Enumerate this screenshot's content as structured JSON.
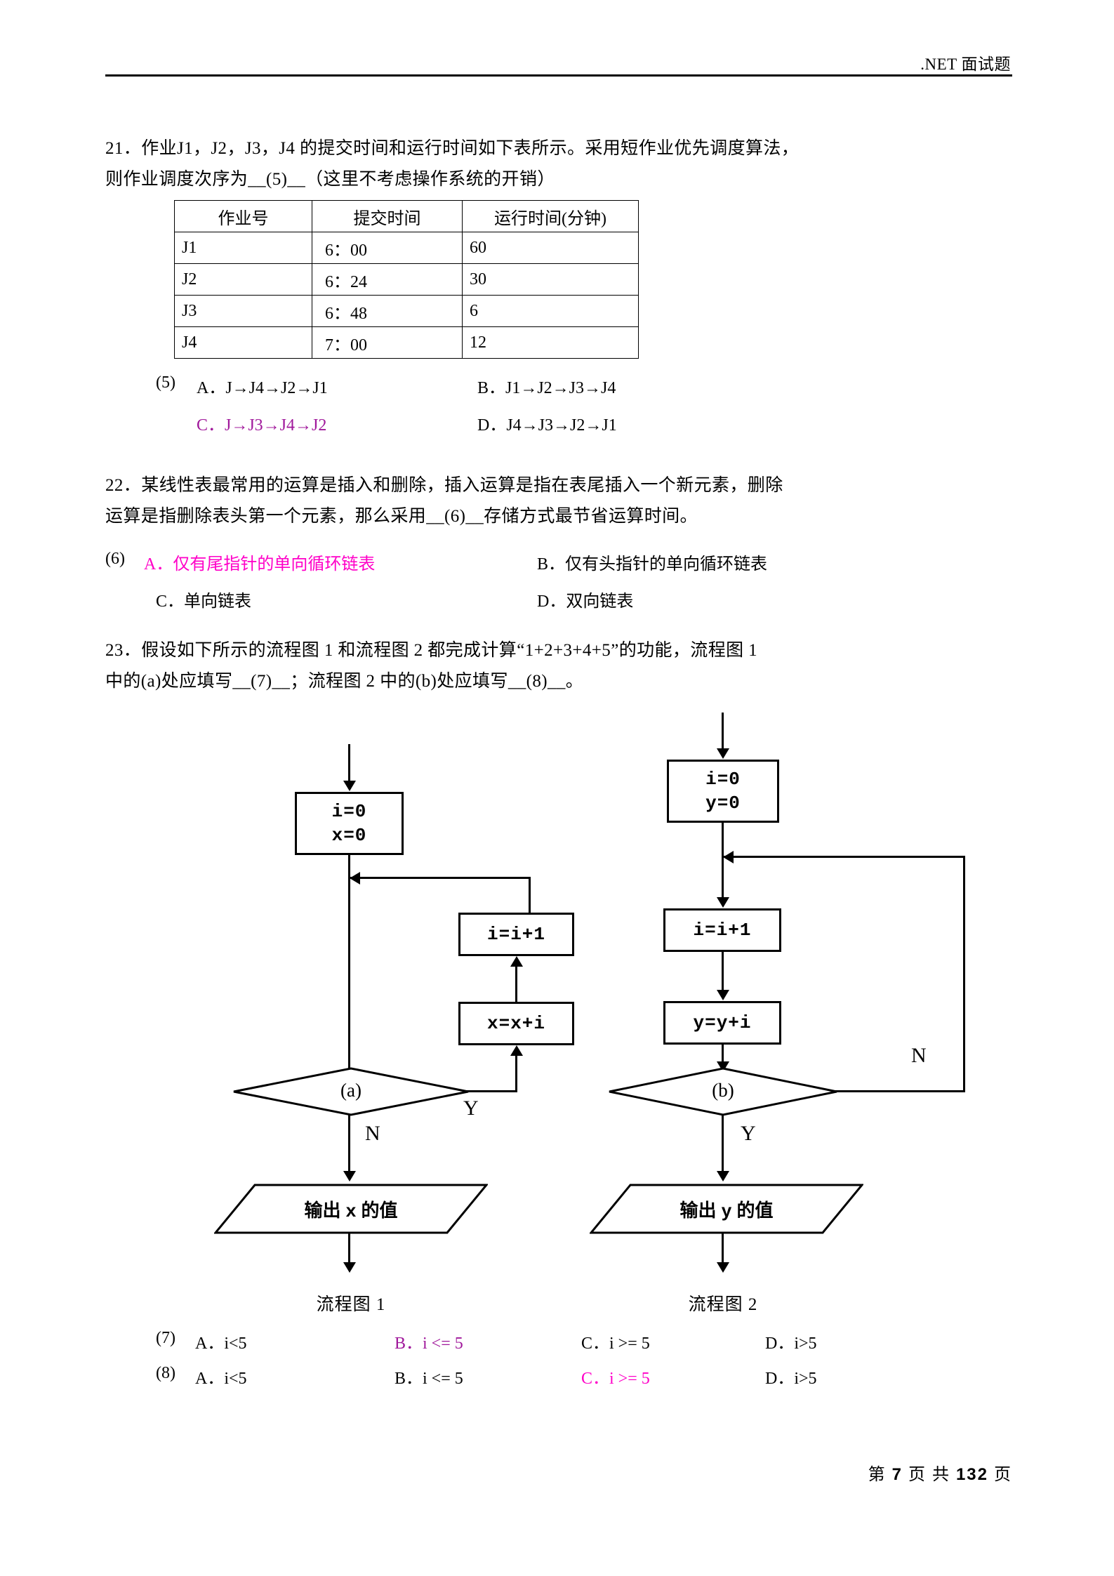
{
  "header": {
    "title": ".NET 面试题"
  },
  "q21": {
    "line1": "21．作业J1，J2，J3，J4 的提交时间和运行时间如下表所示。采用短作业优先调度算法，",
    "line2": "则作业调度次序为__(5)__（这里不考虑操作系统的开销）",
    "table": {
      "headers": [
        "作业号",
        "提交时间",
        "运行时间(分钟)"
      ],
      "rows": [
        [
          "J1",
          "6：00",
          "60"
        ],
        [
          "J2",
          "6：24",
          "30"
        ],
        [
          "J3",
          "6：48",
          "6"
        ],
        [
          "J4",
          "7：00",
          "12"
        ]
      ]
    },
    "answer_label": "(5)",
    "options": [
      {
        "key": "A",
        "text": "A．J→J4→J2→J1",
        "highlight": "none"
      },
      {
        "key": "B",
        "text": "B．J1→J2→J3→J4",
        "highlight": "none"
      },
      {
        "key": "C",
        "text": "C．J→J3→J4→J2",
        "highlight": "purple"
      },
      {
        "key": "D",
        "text": "D．J4→J3→J2→J1",
        "highlight": "none"
      }
    ]
  },
  "q22": {
    "line1": "22．某线性表最常用的运算是插入和删除，插入运算是指在表尾插入一个新元素，删除",
    "line2": "运算是指删除表头第一个元素，那么采用__(6)__存储方式最节省运算时间。",
    "answer_label": "(6)",
    "options": [
      {
        "key": "A",
        "text": "A．仅有尾指针的单向循环链表",
        "highlight": "magenta"
      },
      {
        "key": "B",
        "text": "B．仅有头指针的单向循环链表",
        "highlight": "none"
      },
      {
        "key": "C",
        "text": "C．单向链表",
        "highlight": "none"
      },
      {
        "key": "D",
        "text": "D．双向链表",
        "highlight": "none"
      }
    ]
  },
  "q23": {
    "line1": "23．假设如下所示的流程图 1 和流程图 2 都完成计算“1+2+3+4+5”的功能，流程图 1",
    "line2": "中的(a)处应填写__(7)__；流程图 2 中的(b)处应填写__(8)__。",
    "flow1": {
      "caption": "流程图 1",
      "init_line1": "i=0",
      "init_line2": "x=0",
      "decision": "(a)",
      "incr": "i=i+1",
      "accum": "x=x+i",
      "output": "输出 x 的值",
      "branch_yes": "Y",
      "branch_no": "N"
    },
    "flow2": {
      "caption": "流程图 2",
      "init_line1": "i=0",
      "init_line2": "y=0",
      "decision": "(b)",
      "incr": "i=i+1",
      "accum": "y=y+i",
      "output": "输出 y 的值",
      "branch_yes": "Y",
      "branch_no": "N"
    },
    "answer7_label": "(7)",
    "answer8_label": "(8)",
    "options7": [
      {
        "key": "A",
        "text": "A．i<5",
        "highlight": "none"
      },
      {
        "key": "B",
        "text": "B．i <= 5",
        "highlight": "purple"
      },
      {
        "key": "C",
        "text": "C．i >= 5",
        "highlight": "none"
      },
      {
        "key": "D",
        "text": "D．i>5",
        "highlight": "none"
      }
    ],
    "options8": [
      {
        "key": "A",
        "text": "A．i<5",
        "highlight": "none"
      },
      {
        "key": "B",
        "text": "B．i <= 5",
        "highlight": "none"
      },
      {
        "key": "C",
        "text": "C．i >= 5",
        "highlight": "magenta"
      },
      {
        "key": "D",
        "text": "D．i>5",
        "highlight": "none"
      }
    ]
  },
  "footer": {
    "prefix": "第",
    "page": "7",
    "middle": "页 共",
    "total": "132",
    "suffix": "页"
  },
  "colors": {
    "purple": "#a0189b",
    "magenta": "#ff00c8",
    "ink": "#000000"
  }
}
